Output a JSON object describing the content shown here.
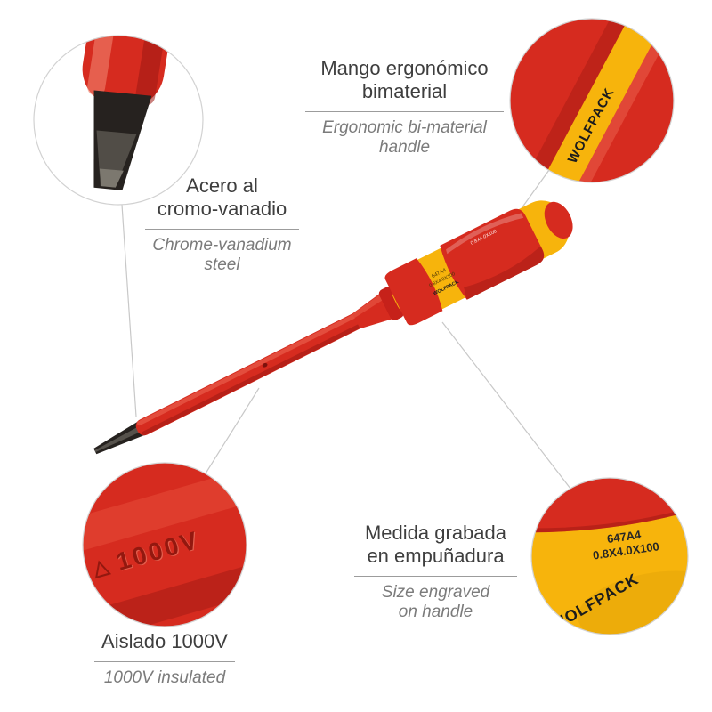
{
  "callouts": {
    "handle": {
      "es": "Mango ergonómico\nbimaterial",
      "en": "Ergonomic bi-material\nhandle"
    },
    "steel": {
      "es": "Acero al\ncromo-vanadio",
      "en": "Chrome-vanadium\nsteel"
    },
    "size": {
      "es": "Medida grabada\nen empuñadura",
      "en": "Size engraved\non handle"
    },
    "insulation": {
      "es": "Aislado 1000V",
      "en": "1000V insulated"
    }
  },
  "markings": {
    "brand": "WOLFPACK",
    "size_code": "647A4",
    "size_spec": "0.8X4.0X100",
    "voltage": "1000V",
    "warning_triangle": "△"
  },
  "colors": {
    "red": "#d62b1f",
    "red_dark": "#9c1812",
    "yellow": "#f7b40c",
    "blade_dark": "#26221f",
    "text_dark": "#3e3e3e",
    "text_gray": "#7b7b7b",
    "line_gray": "#c8c8c8"
  }
}
